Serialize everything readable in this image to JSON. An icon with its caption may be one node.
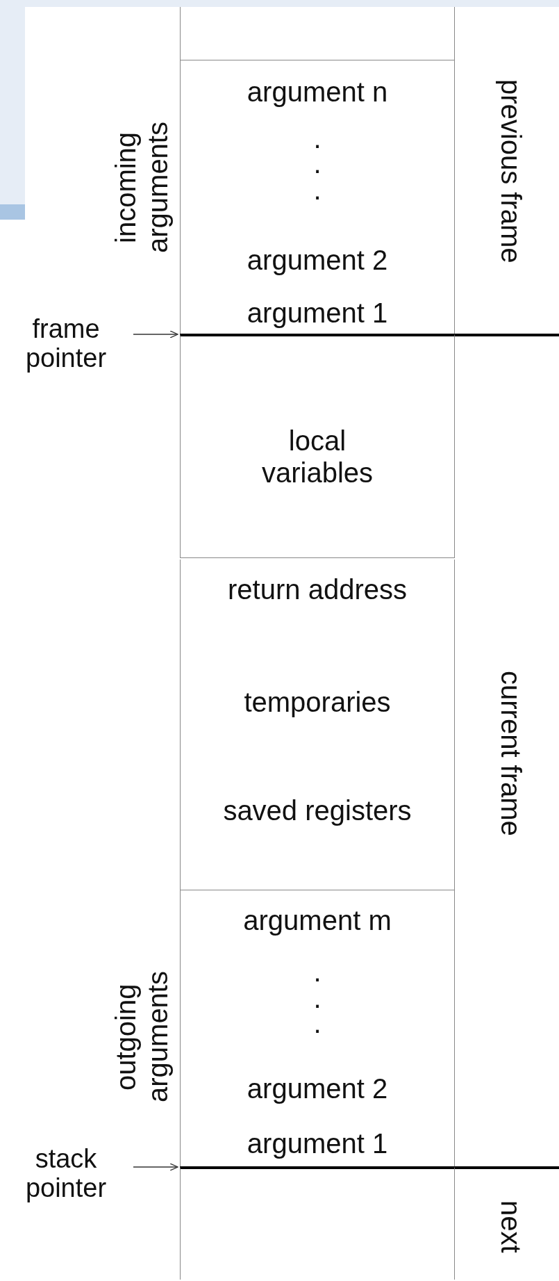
{
  "diagram": {
    "nodes": [
      {
        "text": [],
        "shape": "box"
      },
      {
        "text": [
          "argument n",
          ".",
          ".",
          ".",
          "argument 2",
          "argument 1"
        ]
      },
      {
        "text": [
          "local variables"
        ]
      },
      {
        "text": [
          "return address",
          "temporaries",
          "saved registers"
        ]
      },
      {
        "text": [
          "argument m",
          ".",
          ".",
          ".",
          "argument 2",
          "argument 1"
        ]
      },
      {
        "text": [],
        "shape": "box"
      },
      {
        "text": [
          "previous frame"
        ]
      },
      {
        "text": [
          "current frame"
        ]
      },
      {
        "text": [
          "next"
        ]
      },
      {
        "text": [
          "frame pointer"
        ]
      },
      {
        "text": [
          "stack pointer"
        ]
      }
    ],
    "edges": [
      {
        "from": 9,
        "to": 2,
        "arrow": "to"
      },
      {
        "from": 10,
        "to": 5,
        "arrow": "to"
      }
    ],
    "labels": [
      "incoming arguments",
      "outgoing arguments"
    ]
  }
}
